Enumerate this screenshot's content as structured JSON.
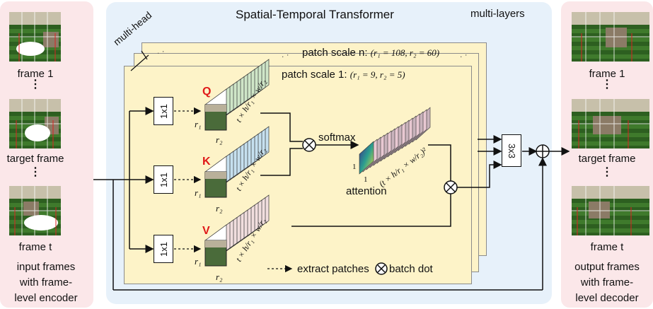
{
  "title": "Spatial-Temporal Transformer",
  "multi_layers": "multi-layers",
  "multi_head": "multi-head",
  "patch_scale_n": {
    "label": "patch scale n:",
    "formula": "(r₁ = 108, r₂ = 60)"
  },
  "patch_scale_1": {
    "label": "patch scale 1:",
    "formula": "(r₁ = 9, r₂ = 5)"
  },
  "conv_1x1": "1x1",
  "conv_3x3": "3x3",
  "q": "Q",
  "k": "K",
  "v": "V",
  "r1": "r₁",
  "r2": "r₂",
  "tensor_dim": "t × h/r₁ × w/r₂",
  "attn_dim": "(t × h/r₁ × w/r₂)²",
  "softmax": "softmax",
  "attention": "attention",
  "one": "1",
  "legend_extract": "extract patches",
  "legend_batch": "batch dot",
  "left": {
    "frame1": "frame 1",
    "target": "target frame",
    "framet": "frame t",
    "caption1": "input frames",
    "caption2": "with frame-",
    "caption3": "level encoder"
  },
  "right": {
    "frame1": "frame 1",
    "target": "target frame",
    "framet": "frame t",
    "caption1": "output frames",
    "caption2": "with frame-",
    "caption3": "level decoder"
  },
  "colors": {
    "pink": "#fbe7e9",
    "blue": "#e7f1fa",
    "yellow": "#fdf3c8",
    "red": "#e01818"
  }
}
